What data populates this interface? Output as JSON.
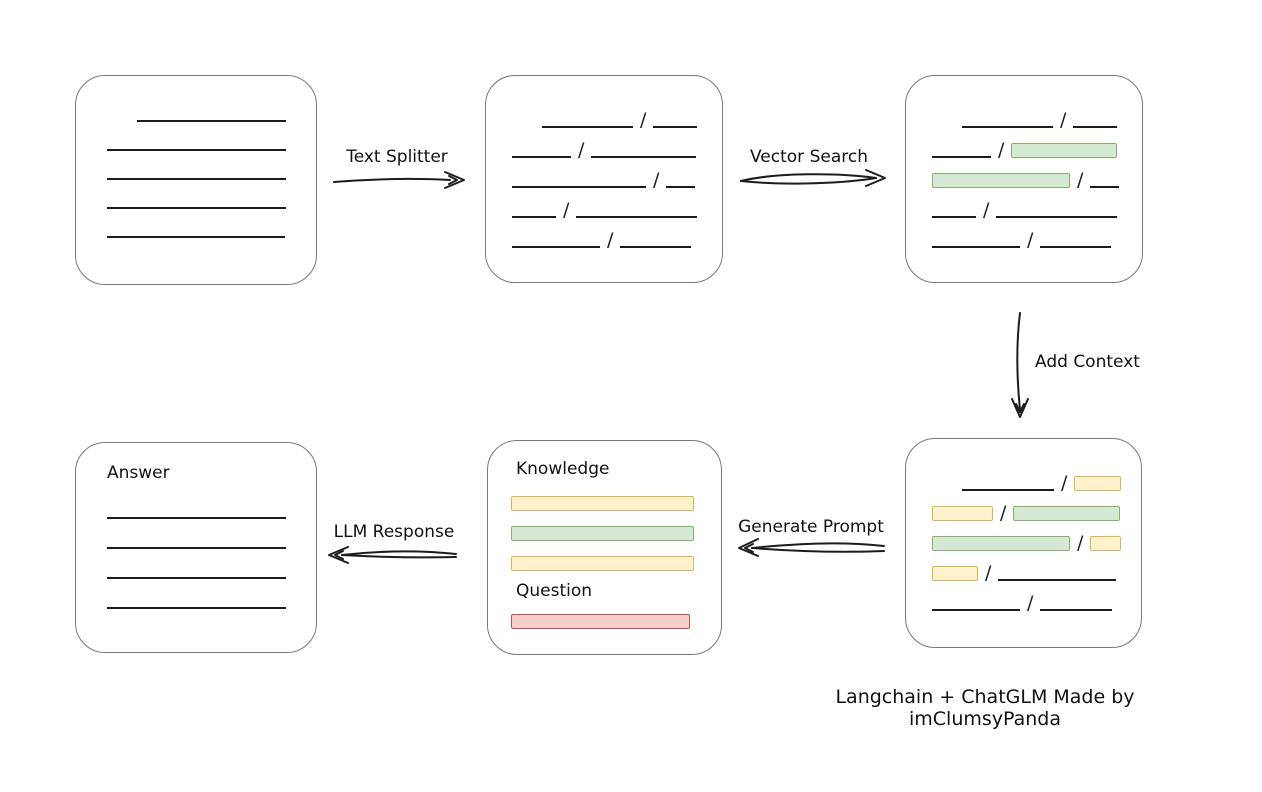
{
  "caption": "Langchain + ChatGLM Made by imClumsyPanda",
  "labels": {
    "text_splitter": "Text Splitter",
    "vector_search": "Vector Search",
    "add_context": "Add Context",
    "generate_prompt": "Generate Prompt",
    "llm_response": "LLM Response",
    "knowledge": "Knowledge",
    "question": "Question",
    "answer": "Answer"
  },
  "colors": {
    "green_fill": "#d5e8d4",
    "green_stroke": "#82b366",
    "yellow_fill": "#fff2cc",
    "yellow_stroke": "#d6b656",
    "red_fill": "#f8cecc",
    "red_stroke": "#b85450",
    "box_stroke": "#7a7a7a",
    "line": "#1c1c1c"
  },
  "boxes": {
    "document": {
      "lines": [
        {
          "indent": 30,
          "w": 149
        },
        {
          "indent": 0,
          "w": 179
        },
        {
          "indent": 0,
          "w": 179
        },
        {
          "indent": 0,
          "w": 179
        },
        {
          "indent": 0,
          "w": 178
        }
      ]
    },
    "split_chunks": {
      "rows": [
        {
          "indent": 30,
          "segs": [
            {
              "t": "line",
              "w": 91
            },
            {
              "t": "slash"
            },
            {
              "t": "line",
              "w": 44
            }
          ]
        },
        {
          "indent": 0,
          "segs": [
            {
              "t": "line",
              "w": 59
            },
            {
              "t": "slash"
            },
            {
              "t": "line",
              "w": 105
            }
          ]
        },
        {
          "indent": 0,
          "segs": [
            {
              "t": "line",
              "w": 134
            },
            {
              "t": "slash"
            },
            {
              "t": "line",
              "w": 29
            }
          ]
        },
        {
          "indent": 0,
          "segs": [
            {
              "t": "line",
              "w": 44
            },
            {
              "t": "slash"
            },
            {
              "t": "line",
              "w": 121
            }
          ]
        },
        {
          "indent": 0,
          "segs": [
            {
              "t": "line",
              "w": 88
            },
            {
              "t": "slash"
            },
            {
              "t": "line",
              "w": 71
            }
          ]
        }
      ]
    },
    "searched_chunks": {
      "rows": [
        {
          "indent": 30,
          "segs": [
            {
              "t": "line",
              "w": 91
            },
            {
              "t": "slash"
            },
            {
              "t": "line",
              "w": 44
            }
          ]
        },
        {
          "indent": 0,
          "segs": [
            {
              "t": "line",
              "w": 59
            },
            {
              "t": "slash"
            },
            {
              "t": "green",
              "w": 106
            }
          ]
        },
        {
          "indent": 0,
          "segs": [
            {
              "t": "green",
              "w": 138
            },
            {
              "t": "slash"
            },
            {
              "t": "line",
              "w": 29
            }
          ]
        },
        {
          "indent": 0,
          "segs": [
            {
              "t": "line",
              "w": 44
            },
            {
              "t": "slash"
            },
            {
              "t": "line",
              "w": 121
            }
          ]
        },
        {
          "indent": 0,
          "segs": [
            {
              "t": "line",
              "w": 88
            },
            {
              "t": "slash"
            },
            {
              "t": "line",
              "w": 71
            }
          ]
        }
      ]
    },
    "context_chunks": {
      "rows": [
        {
          "indent": 30,
          "segs": [
            {
              "t": "line",
              "w": 92
            },
            {
              "t": "slash"
            },
            {
              "t": "yellow",
              "w": 47
            }
          ]
        },
        {
          "indent": 0,
          "segs": [
            {
              "t": "yellow",
              "w": 61
            },
            {
              "t": "slash"
            },
            {
              "t": "green",
              "w": 107
            }
          ]
        },
        {
          "indent": 0,
          "segs": [
            {
              "t": "green",
              "w": 138
            },
            {
              "t": "slash"
            },
            {
              "t": "yellow",
              "w": 31
            }
          ]
        },
        {
          "indent": 0,
          "segs": [
            {
              "t": "yellow",
              "w": 46
            },
            {
              "t": "slash"
            },
            {
              "t": "line",
              "w": 118
            }
          ]
        },
        {
          "indent": 0,
          "segs": [
            {
              "t": "line",
              "w": 88
            },
            {
              "t": "slash"
            },
            {
              "t": "line",
              "w": 72
            }
          ]
        }
      ]
    },
    "prompt": {
      "knowledge_bars": [
        {
          "type": "yellow",
          "w": 183
        },
        {
          "type": "green",
          "w": 183
        },
        {
          "type": "yellow",
          "w": 183
        }
      ],
      "question_bars": [
        {
          "type": "red",
          "w": 179
        }
      ]
    },
    "answer": {
      "lines": [
        {
          "indent": 0,
          "w": 179
        },
        {
          "indent": 0,
          "w": 179
        },
        {
          "indent": 0,
          "w": 179
        },
        {
          "indent": 0,
          "w": 179
        }
      ]
    }
  }
}
